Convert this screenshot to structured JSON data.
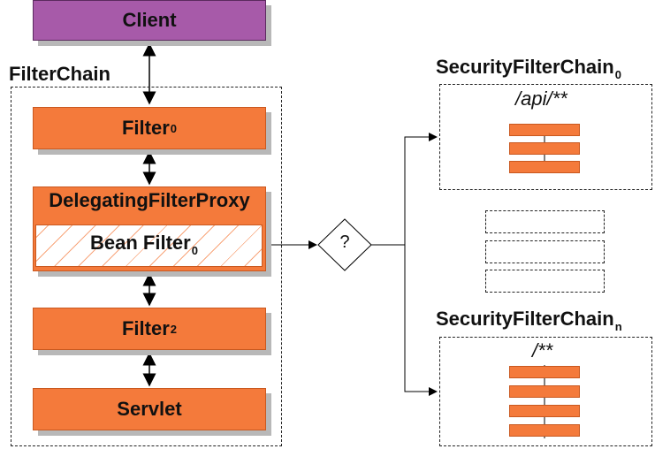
{
  "client": {
    "label": "Client"
  },
  "filter_chain": {
    "title": "FilterChain",
    "filter0": {
      "label": "Filter",
      "sub": "0"
    },
    "delegating_proxy": {
      "label": "DelegatingFilterProxy"
    },
    "bean_filter": {
      "label": "Bean Filter",
      "sub": "0"
    },
    "filter2": {
      "label": "Filter",
      "sub": "2"
    },
    "servlet": {
      "label": "Servlet"
    }
  },
  "decision": {
    "label": "?"
  },
  "security_chain_0": {
    "title": "SecurityFilterChain",
    "sub": "0",
    "pattern": "/api/**",
    "filter_count": 3
  },
  "security_chain_n": {
    "title": "SecurityFilterChain",
    "sub": "n",
    "pattern": "/**",
    "filter_count": 4
  },
  "colors": {
    "client": "#a75aa9",
    "filter": "#f47a3b",
    "shadow": "#b8b8b8"
  }
}
